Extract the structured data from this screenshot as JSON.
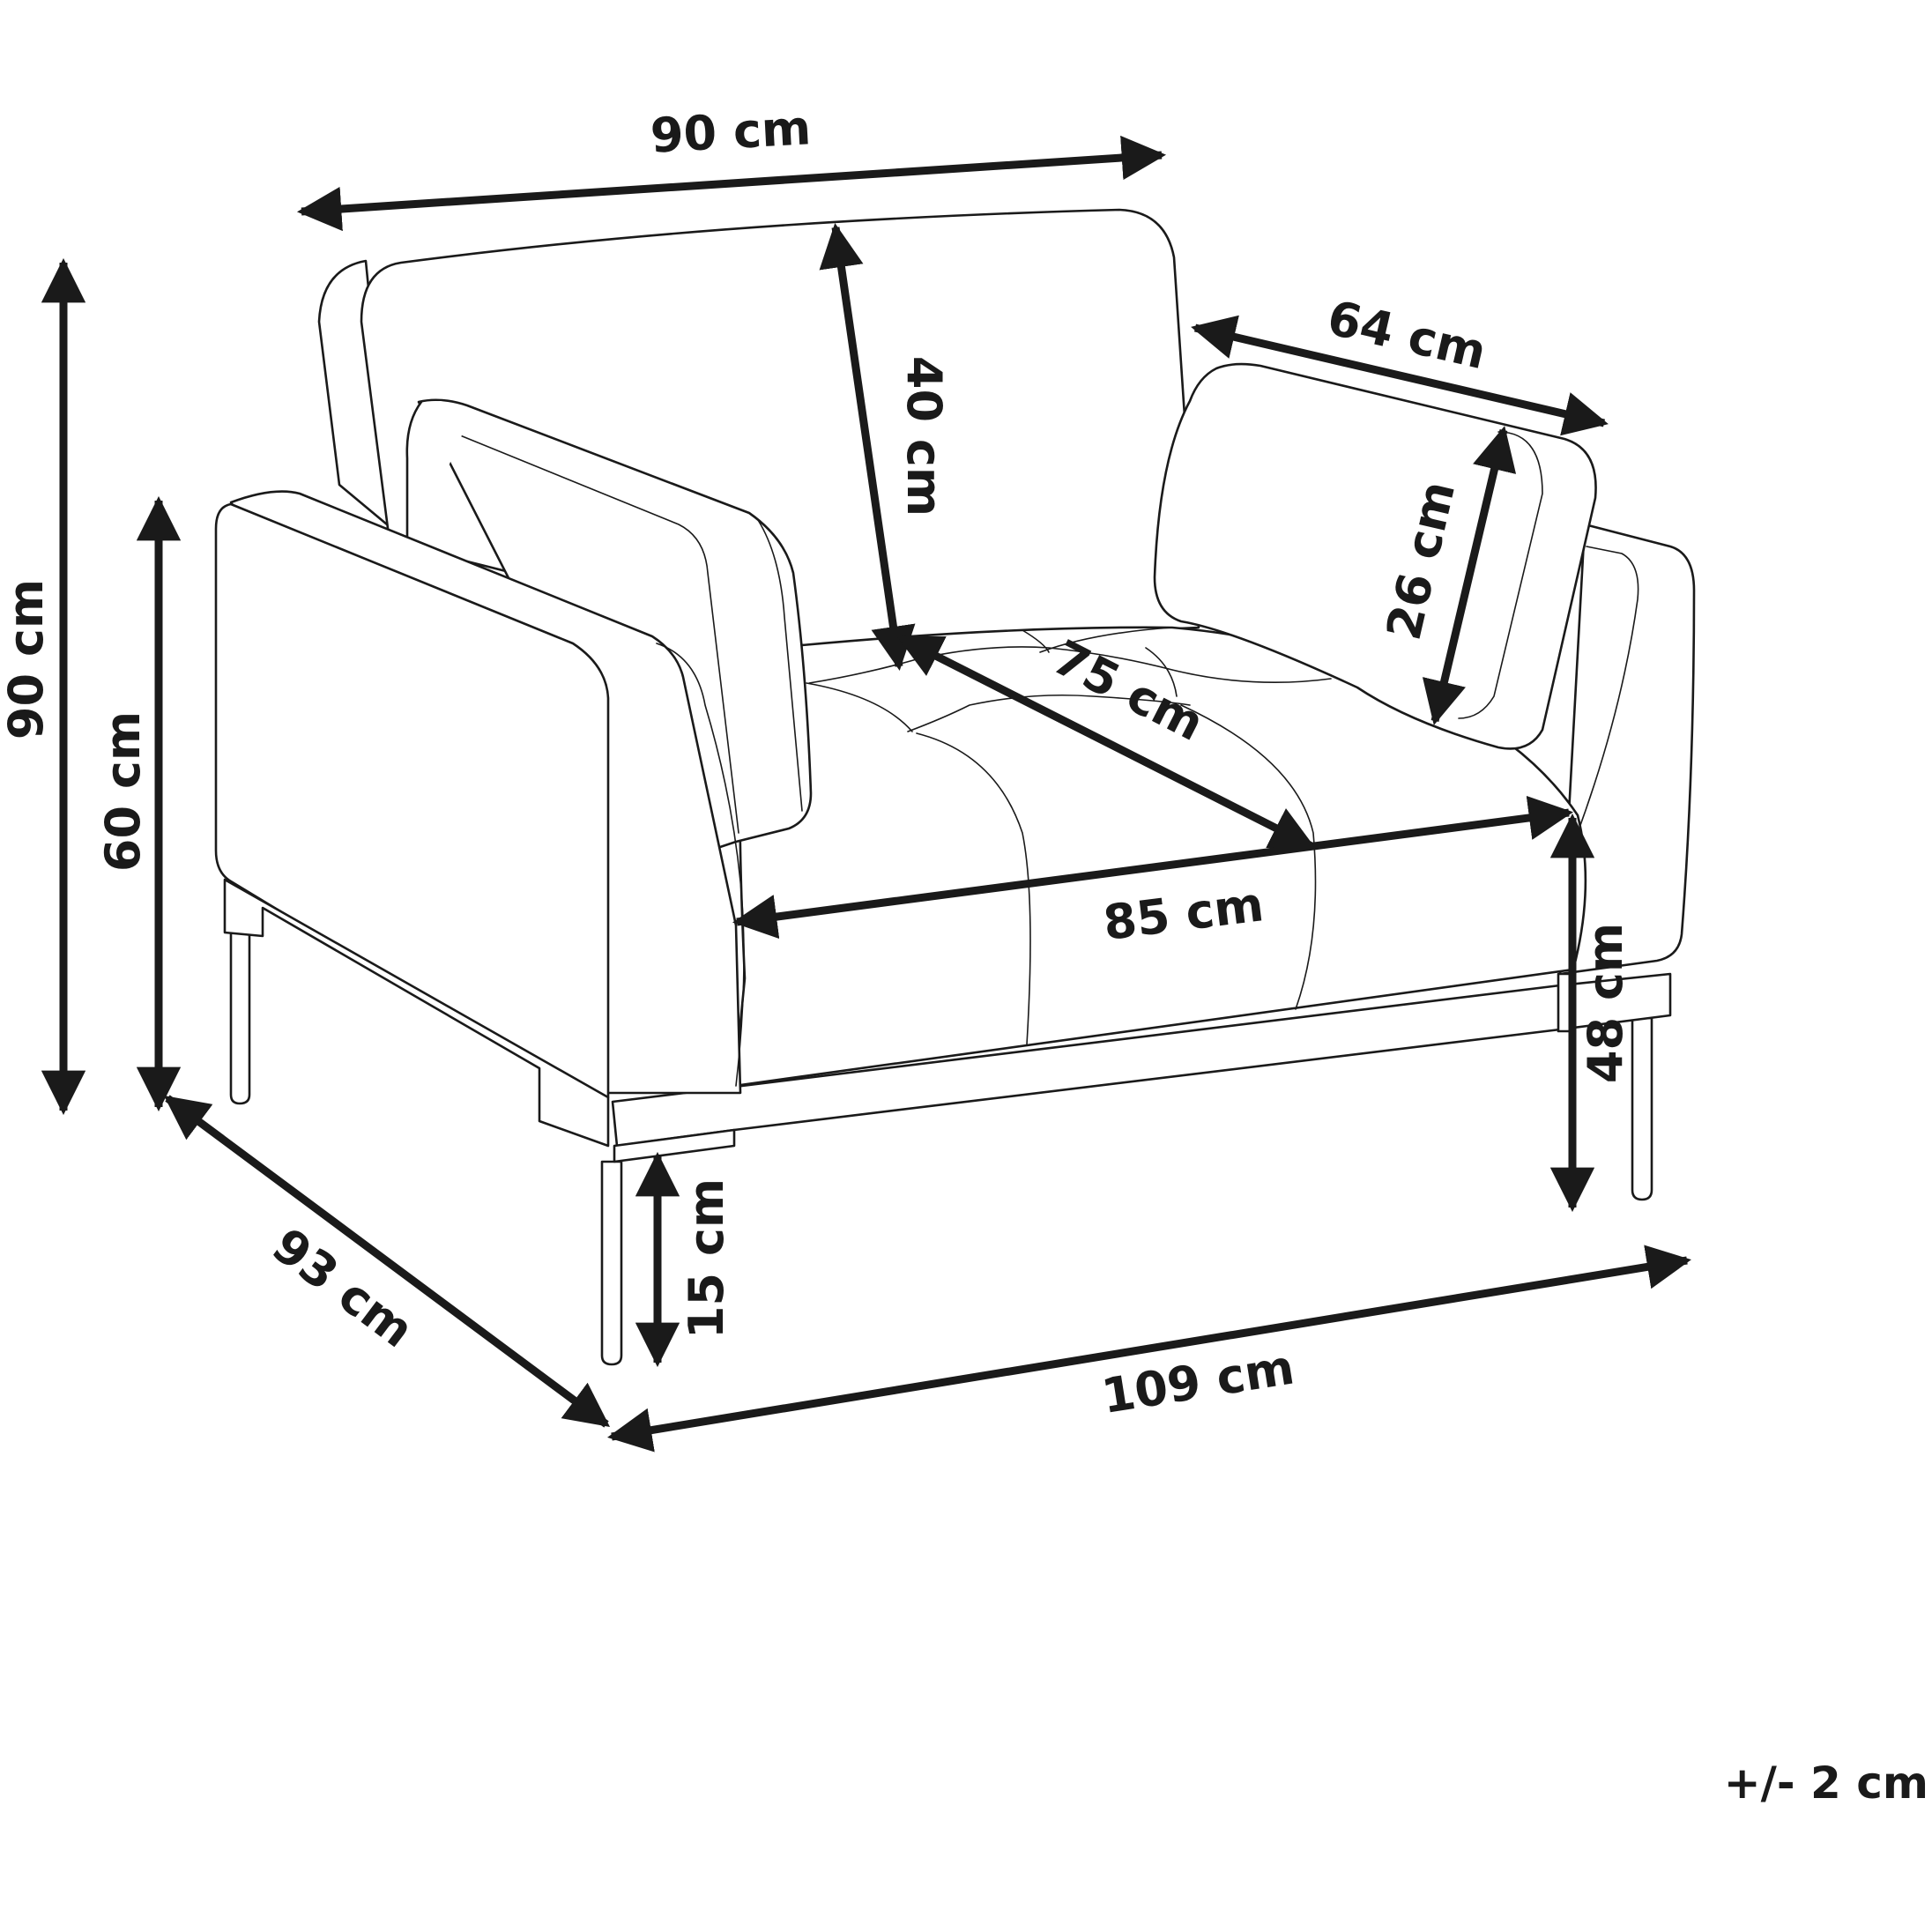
{
  "colors": {
    "ink": "#1a1a1a",
    "background": "#ffffff"
  },
  "dimensions": {
    "overall_width": "90 cm",
    "backrest_height": "40 cm",
    "armrest_depth": "64 cm",
    "overall_height": "90 cm",
    "armrest_height": "60 cm",
    "pillow_height": "26 cm",
    "seat_depth": "75 cm",
    "seat_width": "85 cm",
    "seat_height": "48 cm",
    "leg_height": "15 cm",
    "overall_depth": "93 cm",
    "total_width": "109 cm"
  },
  "tolerance": "+/- 2 cm"
}
